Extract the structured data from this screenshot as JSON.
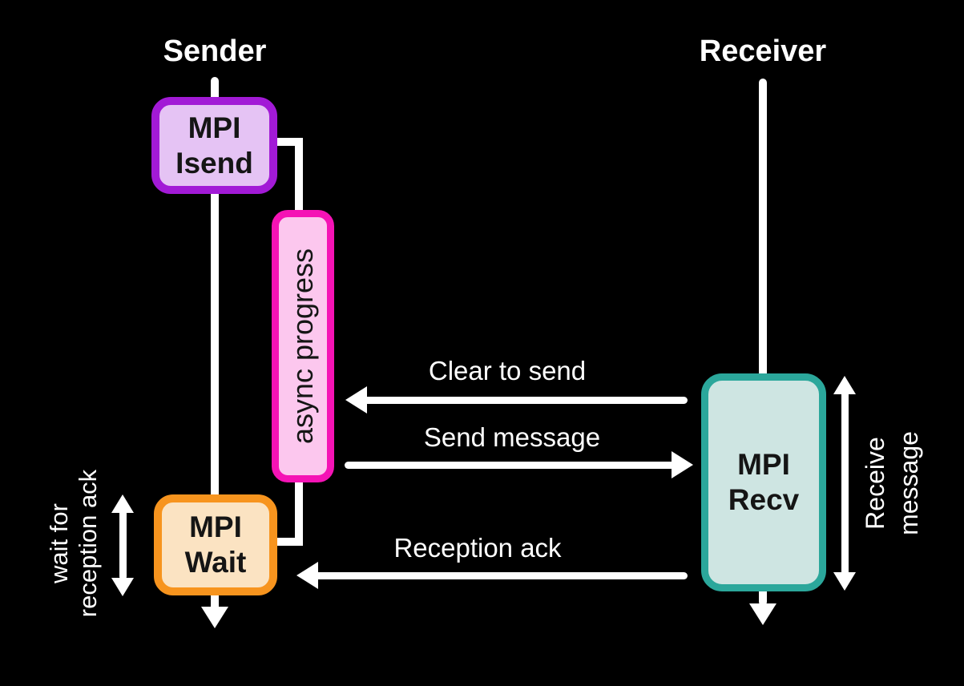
{
  "diagram": {
    "type": "sequence-diagram",
    "sender_label": "Sender",
    "receiver_label": "Receiver",
    "boxes": {
      "mpi_isend": {
        "line1": "MPI",
        "line2": "Isend"
      },
      "mpi_wait": {
        "line1": "MPI",
        "line2": "Wait"
      },
      "mpi_recv": {
        "line1": "MPI",
        "line2": "Recv"
      },
      "async_progress": {
        "label": "async progress"
      }
    },
    "messages": {
      "clear_to_send": {
        "label": "Clear to send",
        "direction": "receiver-to-sender"
      },
      "send_message": {
        "label": "Send message",
        "direction": "sender-to-receiver"
      },
      "reception_ack": {
        "label": "Reception ack",
        "direction": "receiver-to-sender"
      }
    },
    "annotations": {
      "wait_for_reception_ack": {
        "line1": "wait for",
        "line2": "reception ack"
      },
      "receive_message": {
        "line1": "Receive",
        "line2": "message"
      }
    },
    "colors": {
      "background": "#000000",
      "lines_and_text": "#ffffff",
      "box_text": "#151515",
      "isend_border": "#a21ad6",
      "isend_fill": "#e5c3f4",
      "async_border": "#f513b5",
      "async_fill": "#fcc7ee",
      "wait_border": "#f7941e",
      "wait_fill": "#fbe3c2",
      "recv_border": "#2ba79b",
      "recv_fill": "#cee5e2"
    }
  }
}
